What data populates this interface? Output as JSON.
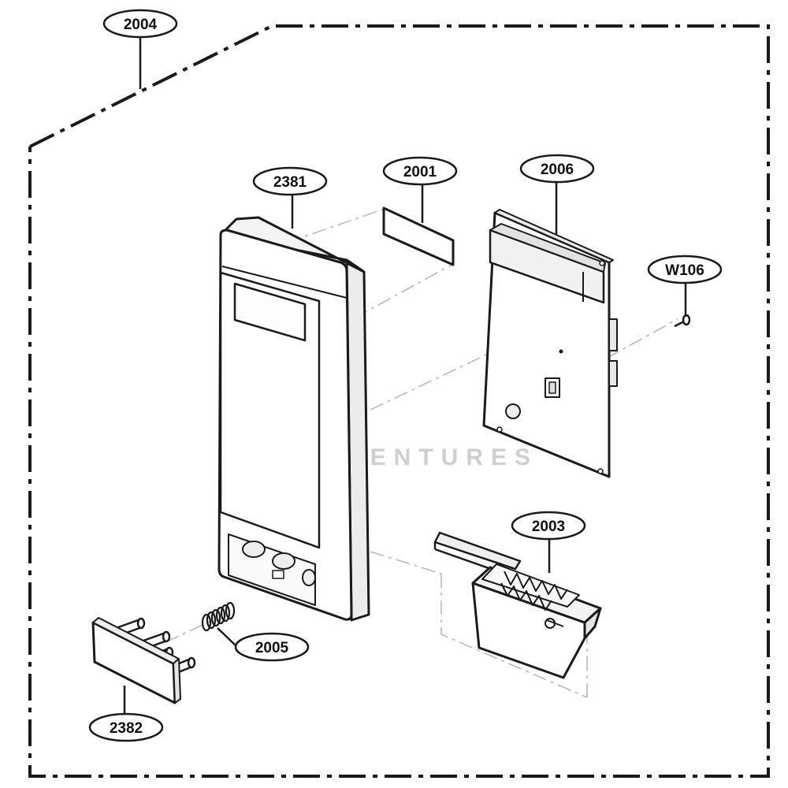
{
  "watermark": "LEADVENTURES",
  "callouts": {
    "frame": "2004",
    "front_panel": "2381",
    "window_sheet": "2001",
    "control_pcb": "2006",
    "screw": "W106",
    "latch_assembly": "2003",
    "spring": "2005",
    "push_button": "2382"
  },
  "colors": {
    "line": "#1a1a1a",
    "fill": "#ffffff",
    "shade": "#e6e6e6",
    "guide": "#b5b5b5"
  }
}
